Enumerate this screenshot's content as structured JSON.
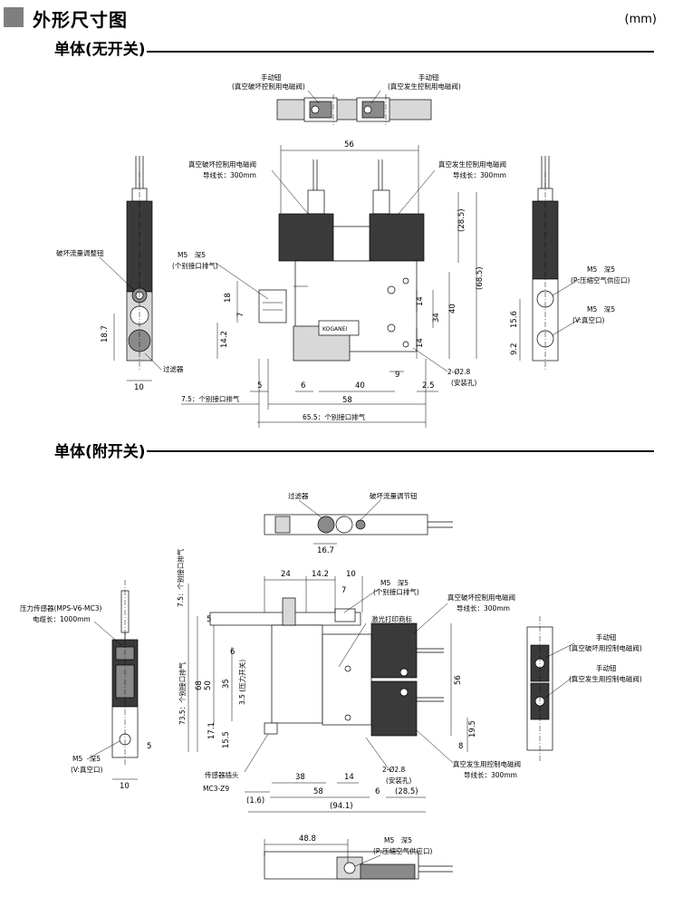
{
  "header": {
    "title": "外形尺寸图",
    "unit": "(mm)"
  },
  "section1": {
    "title": "单体(无开关)",
    "callouts": {
      "manual_button_left": "手动钮",
      "manual_button_left_sub": "(真空破坏控制用电磁阀)",
      "manual_button_right": "手动钮",
      "manual_button_right_sub": "(真空发生控制用电磁阀)",
      "valve_left": "真空破坏控制用电磁阀",
      "valve_left_lead": "导线长：300mm",
      "valve_right": "真空发生控制用电磁阀",
      "valve_right_lead": "导线长：300mm",
      "flow_knob": "破坏流量调整钮",
      "filter": "过滤器",
      "m5_left": "M5　深5",
      "m5_left_sub": "(个别接口排气)",
      "m5_right_p": "M5　深5",
      "m5_right_p_sub": "(P:压缩空气供应口)",
      "m5_right_v": "M5　深5",
      "m5_right_v_sub": "(V:真空口)",
      "hole": "2-Ø2.8",
      "hole_sub": "(安装孔)",
      "exhaust_75": "7.5：个别接口排气",
      "exhaust_655": "65.5：个别接口排气"
    },
    "dims": {
      "w56": "56",
      "h285": "(28.5)",
      "h685": "(68.5)",
      "d18": "18",
      "d7": "7",
      "d142": "14.2",
      "d187": "18.7",
      "d10": "10",
      "d5": "5",
      "d6": "6",
      "d40h": "40",
      "d25": "2.5",
      "d58": "58",
      "d9": "9",
      "d14a": "14",
      "d34": "34",
      "d40v": "40",
      "d14b": "14",
      "d156": "15.6",
      "d92": "9.2"
    }
  },
  "section2": {
    "title": "单体(附开关)",
    "callouts": {
      "filter": "过滤器",
      "flow_knob": "破坏流量调节钮",
      "pressure_sensor": "压力传感器(MPS-V6-MC3)",
      "sensor_cable": "电缆长：1000mm",
      "m5_exhaust": "M5　深5",
      "m5_exhaust_sub": "(个别接口排气)",
      "laser_mark": "激光打印商标",
      "valve_break": "真空破坏控制用电磁阀",
      "valve_break_lead": "导线长：300mm",
      "valve_gen": "真空发生用控制电磁阀",
      "valve_gen_lead": "导线长：300mm",
      "manual_1": "手动钮",
      "manual_1_sub": "(真空破坏用控制电磁阀)",
      "manual_2": "手动钮",
      "manual_2_sub": "(真空发生用控制电磁阀)",
      "m5_v": "M5　深5",
      "m5_v_sub": "(V:真空口)",
      "sensor_head": "传感器插头",
      "sensor_model": "MC3-Z9",
      "hole": "2-Ø2.8",
      "hole_sub": "(安装孔)",
      "m5_p": "M5　深5",
      "m5_p_sub": "(P:压缩空气供应口)",
      "side_exhaust_75": "7.5：个别接口排气",
      "side_exhaust_735": "73.5：个别接口排气",
      "side_pressure_switch": "3.5 (压力开关)"
    },
    "dims": {
      "d167": "16.7",
      "d24": "24",
      "d142": "14.2",
      "d10": "10",
      "d7": "7",
      "d5": "5",
      "d6": "6",
      "d68": "68",
      "d50": "50",
      "d35": "35",
      "d171": "17.1",
      "d155": "15.5",
      "d56": "56",
      "d195": "19.5",
      "d8": "8",
      "d38": "38",
      "d14": "14",
      "d16": "(1.6)",
      "d58": "58",
      "d6b": "6",
      "d285": "(28.5)",
      "d941": "(94.1)",
      "d5s": "5",
      "d10s": "10",
      "d488": "48.8"
    }
  }
}
